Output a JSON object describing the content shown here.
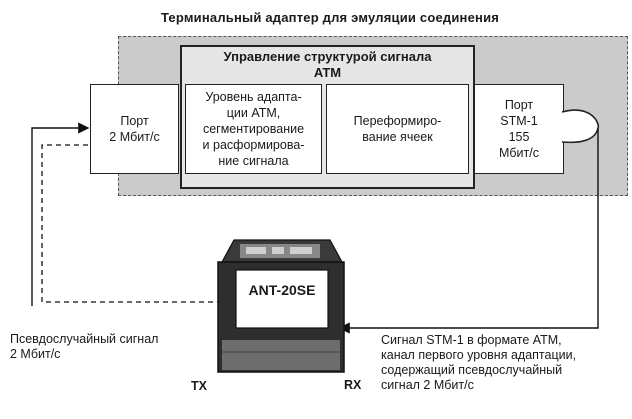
{
  "title": "Терминальный адаптер для эмуляции соединения",
  "control_title": "Управление структурой сигнала\nATM",
  "blocks": {
    "port_2mbit": "Порт\n2 Мбит/с",
    "adaptation": "Уровень адапта-\nции АТМ,\nсегментирование\nи расформирова-\nние сигнала",
    "reformatting": "Переформиро-\nвание ячеек",
    "port_stm1": "Порт\nSTM-1\n155\nМбит/с"
  },
  "device": {
    "label": "ANT-20SE"
  },
  "notes": {
    "left": "Псевдослучайный сигнал\n2 Мбит/с",
    "right": "Сигнал STM-1 в формате АТМ,\nканал первого уровня адаптации,\nсодержащий псевдослучайный\nсигнал 2 Мбит/с"
  },
  "ports": {
    "tx": "TX",
    "rx": "RX"
  },
  "colors": {
    "frame_fill": "#cbcbcb",
    "control_fill": "#e6e6e6",
    "device_body": "#2e2e2e"
  }
}
